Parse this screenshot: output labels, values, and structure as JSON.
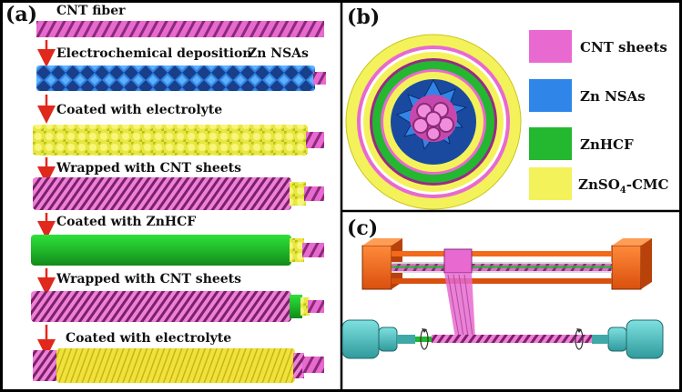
{
  "panels": {
    "a": {
      "label": "(a)",
      "steps": [
        {
          "text": "CNT fiber"
        },
        {
          "text": "Electrochemical deposition"
        },
        {
          "text": "Zn NSAs"
        },
        {
          "text": "Coated with electrolyte"
        },
        {
          "text": "Wrapped with CNT sheets"
        },
        {
          "text": "Coated with ZnHCF"
        },
        {
          "text": "Wrapped with CNT sheets"
        },
        {
          "text": "Coated with electrolyte"
        }
      ]
    },
    "b": {
      "label": "(b)",
      "legend": [
        {
          "text": "CNT sheets",
          "color": "#e86ad0"
        },
        {
          "text": "Zn NSAs",
          "color": "#2f86e8"
        },
        {
          "text": "ZnHCF",
          "color": "#23b830"
        },
        {
          "text": "ZnSO",
          "sub": "4",
          "suffix": "-CMC",
          "color": "#f4f25a"
        }
      ]
    },
    "c": {
      "label": "(c)"
    }
  },
  "colors": {
    "border": "#000000",
    "arrow": "#e0281c",
    "cnt_pink": "#e86ad0",
    "zn_blue": "#2f86e8",
    "znhcf_green": "#23b830",
    "electrolyte_yellow": "#f4f25a",
    "frame_orange": "#f26a1a",
    "motor_cyan": "#4cc3c3"
  }
}
